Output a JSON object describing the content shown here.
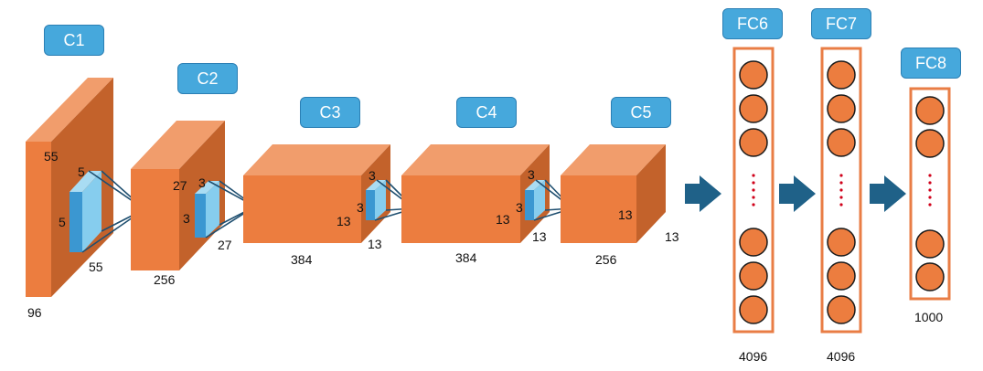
{
  "colors": {
    "block_front": "#ec7d3f",
    "block_top": "#f19d6c",
    "block_side": "#c3622b",
    "kernel_front": "#3b97d1",
    "kernel_side": "#86cdee",
    "label_bg": "#46a8dc",
    "arrow": "#1f6188",
    "fc_border": "#e97d45",
    "neuron_fill": "#ec7d3f",
    "dots": "#d0021b"
  },
  "layers": {
    "c1": "C1",
    "c2": "C2",
    "c3": "C3",
    "c4": "C4",
    "c5": "C5",
    "fc6": "FC6",
    "fc7": "FC7",
    "fc8": "FC8"
  },
  "dims": {
    "c1_height": "55",
    "c1_width": "55",
    "c1_depth": "96",
    "k1_h": "5",
    "k1_w": "5",
    "c2_height": "27",
    "c2_width": "27",
    "c2_depth": "256",
    "k2_h": "3",
    "k2_w": "3",
    "c3_height": "13",
    "c3_width": "13",
    "c3_depth": "384",
    "k3_h": "3",
    "k3_w": "3",
    "c4_height": "13",
    "c4_width": "13",
    "c4_depth": "384",
    "k4_h": "3",
    "k4_w": "3",
    "c5_height": "13",
    "c5_width": "13",
    "c5_depth": "256",
    "fc6_size": "4096",
    "fc7_size": "4096",
    "fc8_size": "1000"
  },
  "icons": {
    "arrow": "right-arrow-icon",
    "neuron": "neuron-circle-icon",
    "ellipsis": "vertical-dots-icon"
  }
}
